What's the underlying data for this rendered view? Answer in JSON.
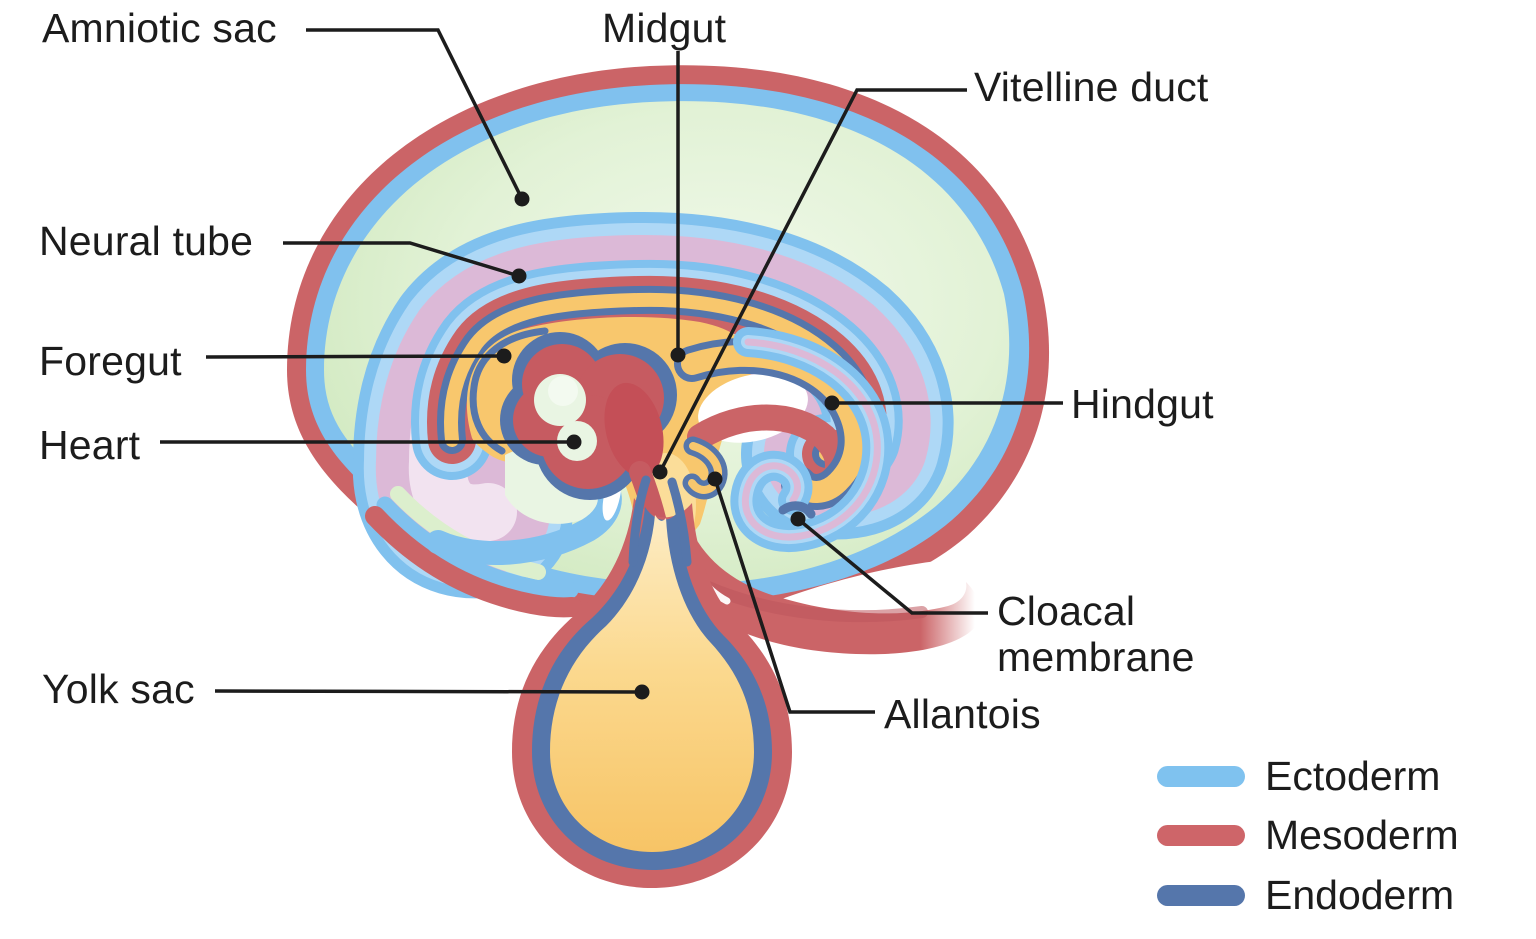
{
  "figure": {
    "kind": "embryology-cross-section-diagram",
    "background": "#ffffff"
  },
  "labels": {
    "amniotic_sac": {
      "text": "Amniotic sac"
    },
    "neural_tube": {
      "text": "Neural tube"
    },
    "foregut": {
      "text": "Foregut"
    },
    "heart": {
      "text": "Heart"
    },
    "yolk_sac": {
      "text": "Yolk sac"
    },
    "midgut": {
      "text": "Midgut"
    },
    "vitelline_duct": {
      "text": "Vitelline duct"
    },
    "hindgut": {
      "text": "Hindgut"
    },
    "cloacal_membrane": {
      "text": "Cloacal membrane",
      "line1": "Cloacal",
      "line2": "membrane"
    },
    "allantois": {
      "text": "Allantois"
    }
  },
  "legend": {
    "items": [
      {
        "label": "Ectoderm",
        "color": "#7fc2ef"
      },
      {
        "label": "Mesoderm",
        "color": "#ce6569"
      },
      {
        "label": "Endoderm",
        "color": "#5576ab"
      }
    ]
  },
  "palette": {
    "ectoderm": "#80c1ee",
    "ectoderm-light": "#aed8f6",
    "mesoderm": "#cb6467",
    "endoderm": "#5576ab",
    "neural": "#dcb9d7",
    "neural-light": "#f2e3f0",
    "green-edge": "#cde7bb",
    "green-light": "#eff8e9",
    "yellow": "#f8c76d",
    "yellow-light": "#fde9bb",
    "heart": "#c65b61",
    "heart-dark": "#c44f57",
    "chamber": "#e9f5e3",
    "ink": "#1c1c1c",
    "background": "#ffffff"
  }
}
